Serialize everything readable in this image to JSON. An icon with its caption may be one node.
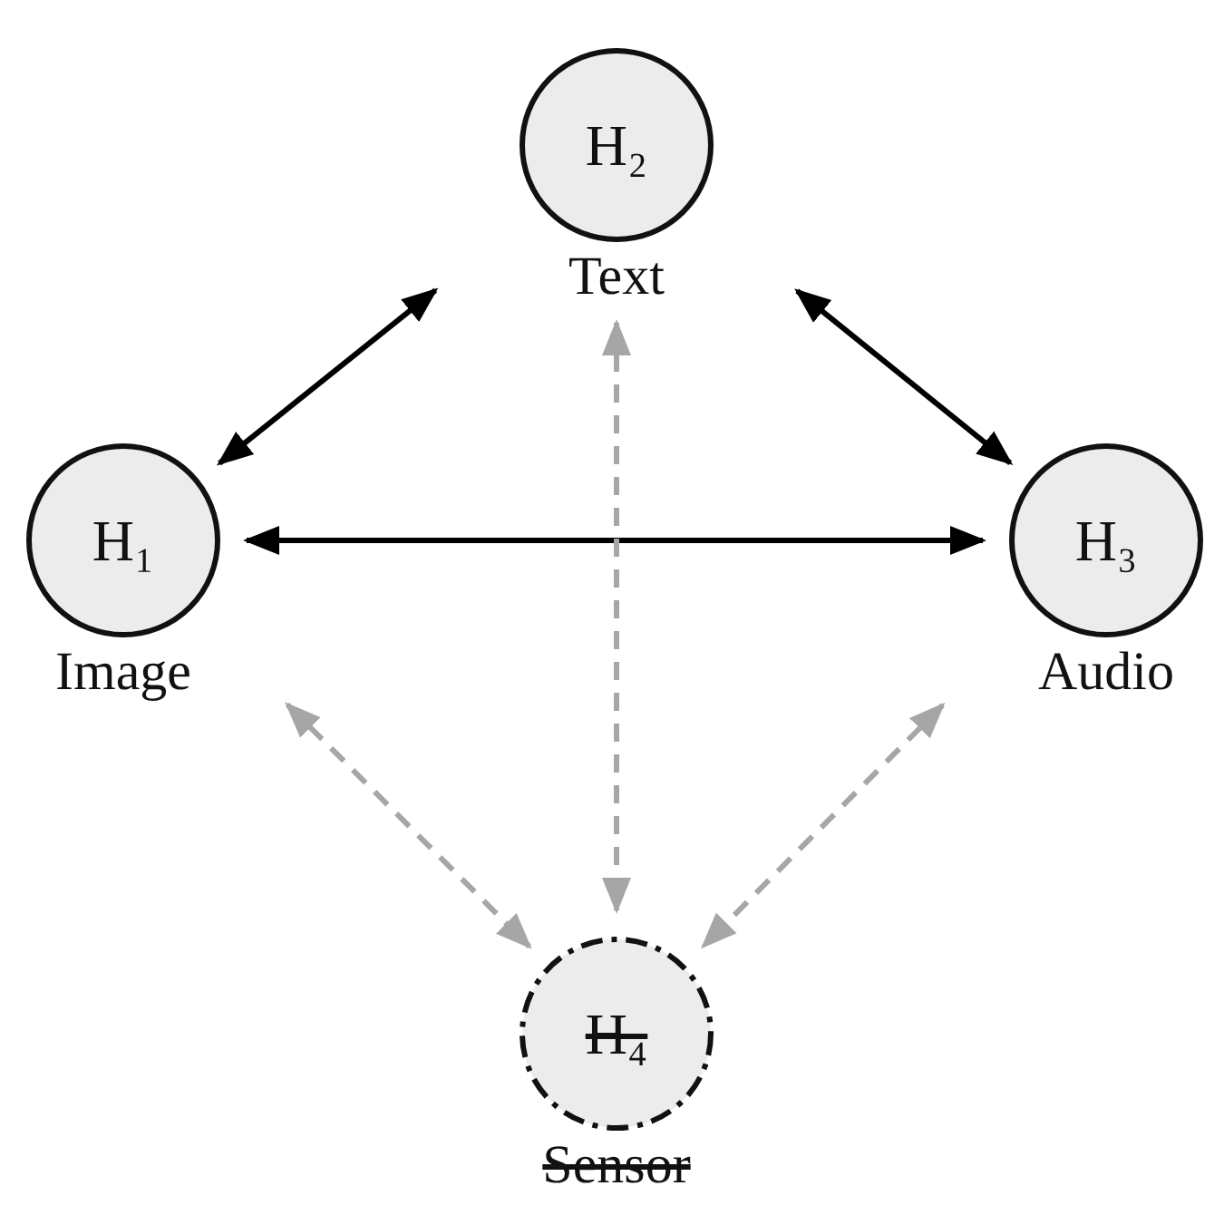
{
  "diagram": {
    "nodes": [
      {
        "text": [
          "H₂"
        ],
        "beside": [
          "Text"
        ]
      },
      {
        "text": [
          "H₁"
        ],
        "beside": [
          "Image"
        ]
      },
      {
        "text": [
          "H₃"
        ],
        "beside": [
          "Audio"
        ]
      },
      {
        "text": [
          "H₄"
        ],
        "beside": [
          "Sensor"
        ]
      }
    ],
    "edges": [
      {
        "from": 0,
        "to": 1,
        "arrow": "both"
      },
      {
        "from": 0,
        "to": 2,
        "arrow": "both"
      },
      {
        "from": 1,
        "to": 2,
        "arrow": "both"
      },
      {
        "from": 0,
        "to": 3,
        "arrow": "both",
        "style": "dashed",
        "color": "#a6a6a6"
      },
      {
        "from": 1,
        "to": 3,
        "arrow": "both",
        "style": "dashed",
        "color": "#a6a6a6"
      },
      {
        "from": 2,
        "to": 3,
        "arrow": "both",
        "style": "dashed",
        "color": "#a6a6a6"
      }
    ]
  }
}
